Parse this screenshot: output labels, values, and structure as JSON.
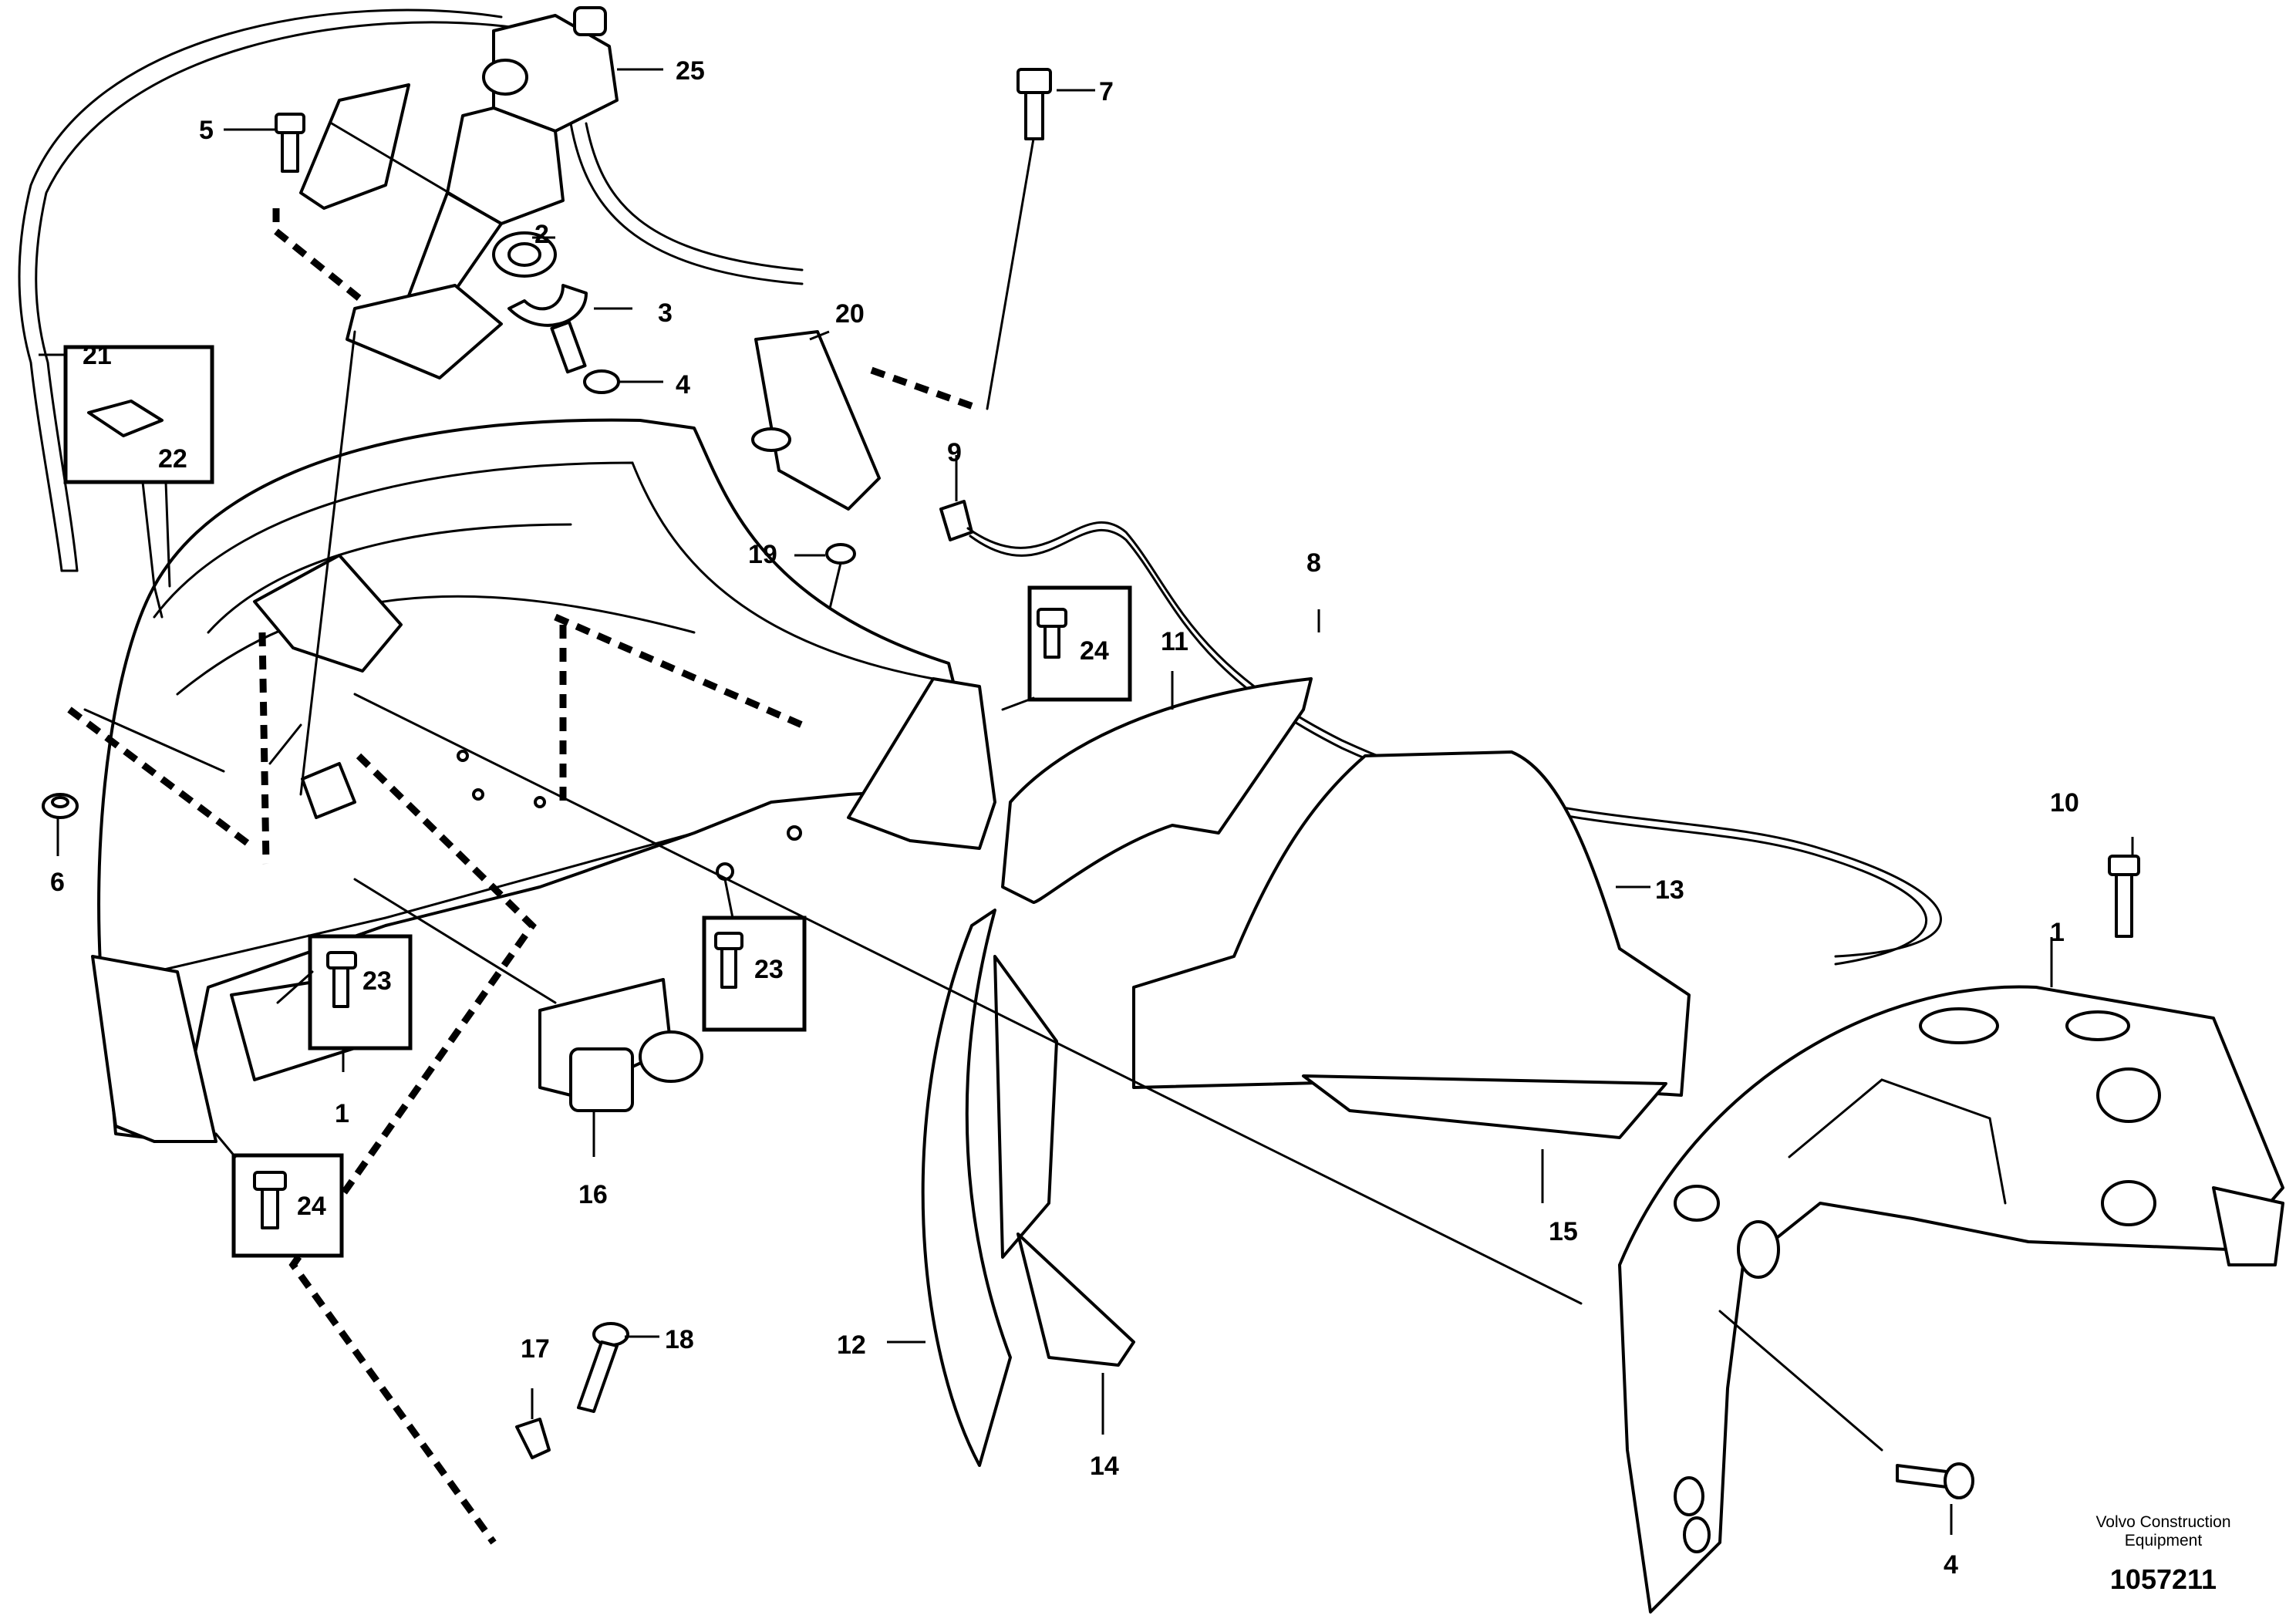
{
  "callouts": {
    "c1a": "1",
    "c1b": "1",
    "c2": "2",
    "c3": "3",
    "c4a": "4",
    "c4b": "4",
    "c5": "5",
    "c6": "6",
    "c7": "7",
    "c8": "8",
    "c9": "9",
    "c10": "10",
    "c11": "11",
    "c12": "12",
    "c13": "13",
    "c14": "14",
    "c15": "15",
    "c16": "16",
    "c17": "17",
    "c18": "18",
    "c19": "19",
    "c20": "20",
    "c21": "21",
    "c22": "22",
    "c23a": "23",
    "c23b": "23",
    "c24a": "24",
    "c24b": "24",
    "c25": "25"
  },
  "footer": {
    "brand_line1": "Volvo Construction",
    "brand_line2": "Equipment",
    "drawing_number": "1057211"
  },
  "icons": [
    "bolt-icon",
    "clip-nut-icon"
  ]
}
